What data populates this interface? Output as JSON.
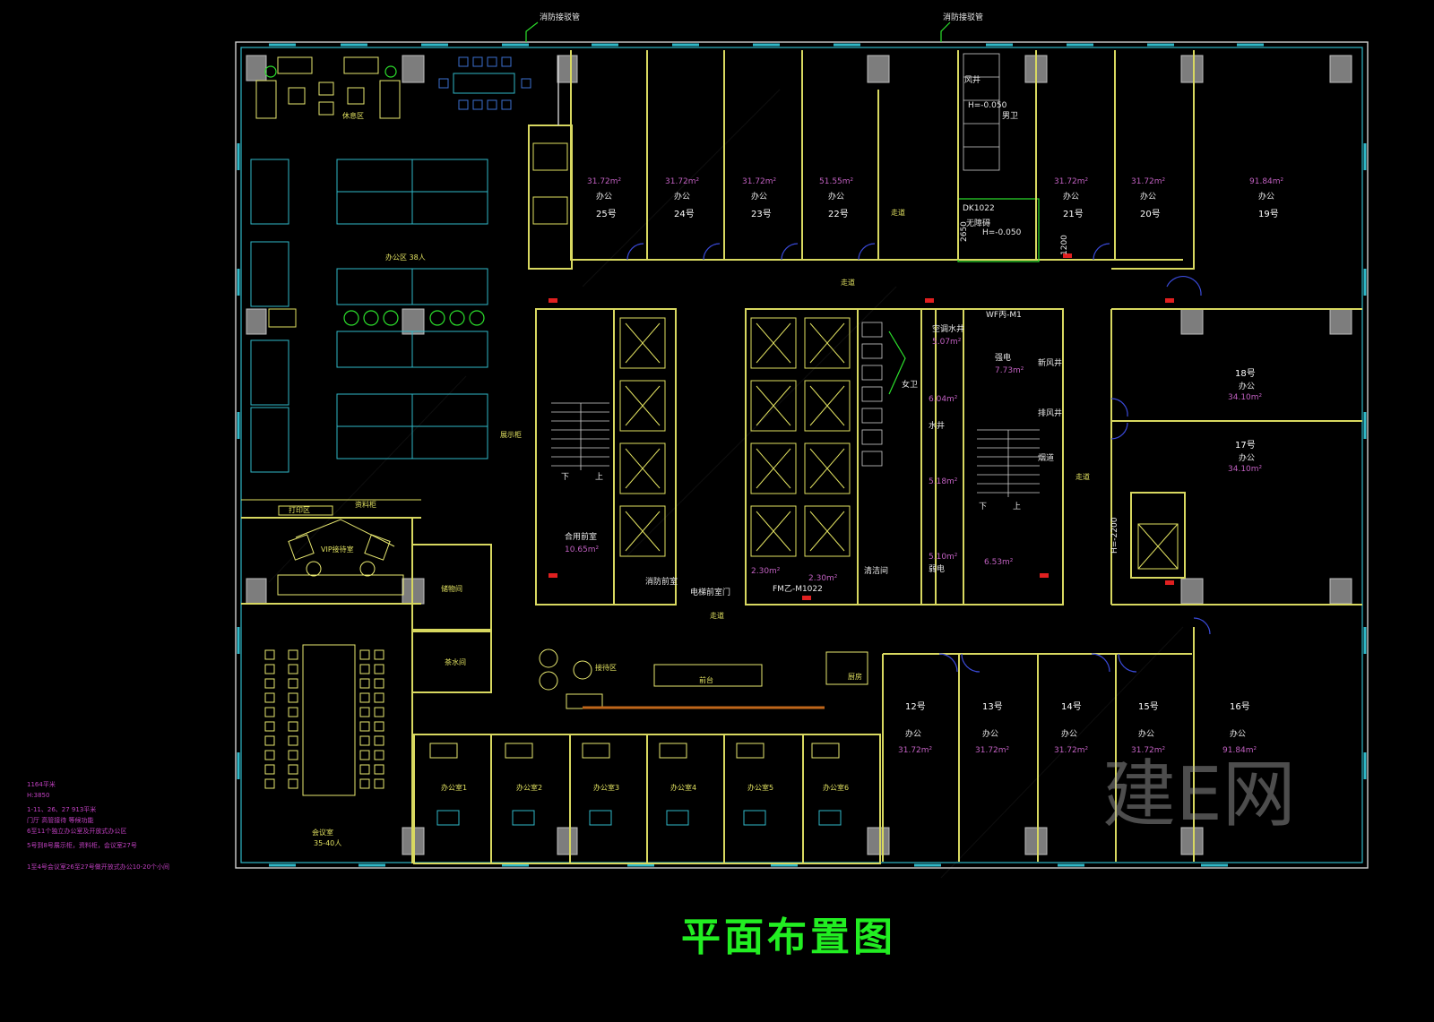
{
  "title": "平面布置图",
  "watermark": "建E网",
  "labels": {
    "fire_top_1": "消防接驳管",
    "fire_top_2": "消防接驳管",
    "rest_area": "休息区",
    "office_area": "办公区 38人",
    "display": "展示柜",
    "print_area": "打印区",
    "material_cabinet": "资料柜",
    "vip_room": "VIP接待室",
    "storage": "储物间",
    "tea_room": "茶水间",
    "meeting_room": "会议室",
    "meeting_cap": "35-40人",
    "reception_area": "接待区",
    "front_desk": "前台",
    "corridor_1": "走道",
    "corridor_2": "走道",
    "corridor_3": "走道",
    "corridor_4": "走道",
    "wind_shaft": "风井",
    "men_wc": "男卫",
    "women_wc": "女卫",
    "disabled_wc": "无障碍",
    "stair_down_1": "下",
    "stair_up_1": "上",
    "stair_down_2": "下",
    "stair_up_2": "上",
    "duty_room": "合用前室",
    "fire_lift_room": "消防前室",
    "air_shaft": "空调水井",
    "strong_elec": "强电",
    "water_shaft": "水井",
    "weak_elec": "弱电",
    "clean_room": "清洁间",
    "exhaust": "排风井",
    "new_air": "新风井",
    "smoke_shaft": "烟道",
    "pantry": "厨房",
    "dk": "DK1022",
    "h1": "H=-0.050",
    "h2": "H=-0.050",
    "h3": "H=-2200",
    "dim1": "2650",
    "dim2": "1200",
    "elev_door": "电梯前室门",
    "m1022": "FM乙-M1022",
    "wm": "WF丙-M1"
  },
  "offices_top": [
    {
      "no": "25号",
      "use": "办公",
      "area": "31.72m²"
    },
    {
      "no": "24号",
      "use": "办公",
      "area": "31.72m²"
    },
    {
      "no": "23号",
      "use": "办公",
      "area": "31.72m²"
    },
    {
      "no": "22号",
      "use": "办公",
      "area": "51.55m²"
    },
    {
      "no": "21号",
      "use": "办公",
      "area": "31.72m²"
    },
    {
      "no": "20号",
      "use": "办公",
      "area": "31.72m²"
    },
    {
      "no": "19号",
      "use": "办公",
      "area": "91.84m²"
    }
  ],
  "offices_right": [
    {
      "no": "18号",
      "use": "办公",
      "area": "34.10m²"
    },
    {
      "no": "17号",
      "use": "办公",
      "area": "34.10m²"
    }
  ],
  "offices_bottom": [
    {
      "no": "12号",
      "use": "办公",
      "area": "31.72m²"
    },
    {
      "no": "13号",
      "use": "办公",
      "area": "31.72m²"
    },
    {
      "no": "14号",
      "use": "办公",
      "area": "31.72m²"
    },
    {
      "no": "15号",
      "use": "办公",
      "area": "31.72m²"
    },
    {
      "no": "16号",
      "use": "办公",
      "area": "91.84m²"
    }
  ],
  "small_offices": [
    "办公室1",
    "办公室2",
    "办公室3",
    "办公室4",
    "办公室5",
    "办公室6"
  ],
  "core_areas": {
    "a1": "10.65m²",
    "a2": "5.07m²",
    "a3": "7.73m²",
    "a4": "6.04m²",
    "a5": "5.18m²",
    "a6": "5.10m²",
    "a7": "6.53m²",
    "a8": "2.30m²",
    "a9": "2.30m²"
  },
  "notes": [
    "1164平米",
    "H:3850",
    "1-11、26、27 913平米",
    "门厅 高管接待 等候功能",
    "6至11个独立办公室及开放式办公区",
    "5号到8号展示柜，资料柜，会议室27号",
    "1至4号会议室26至27号做开放式办公10-20个小间"
  ]
}
